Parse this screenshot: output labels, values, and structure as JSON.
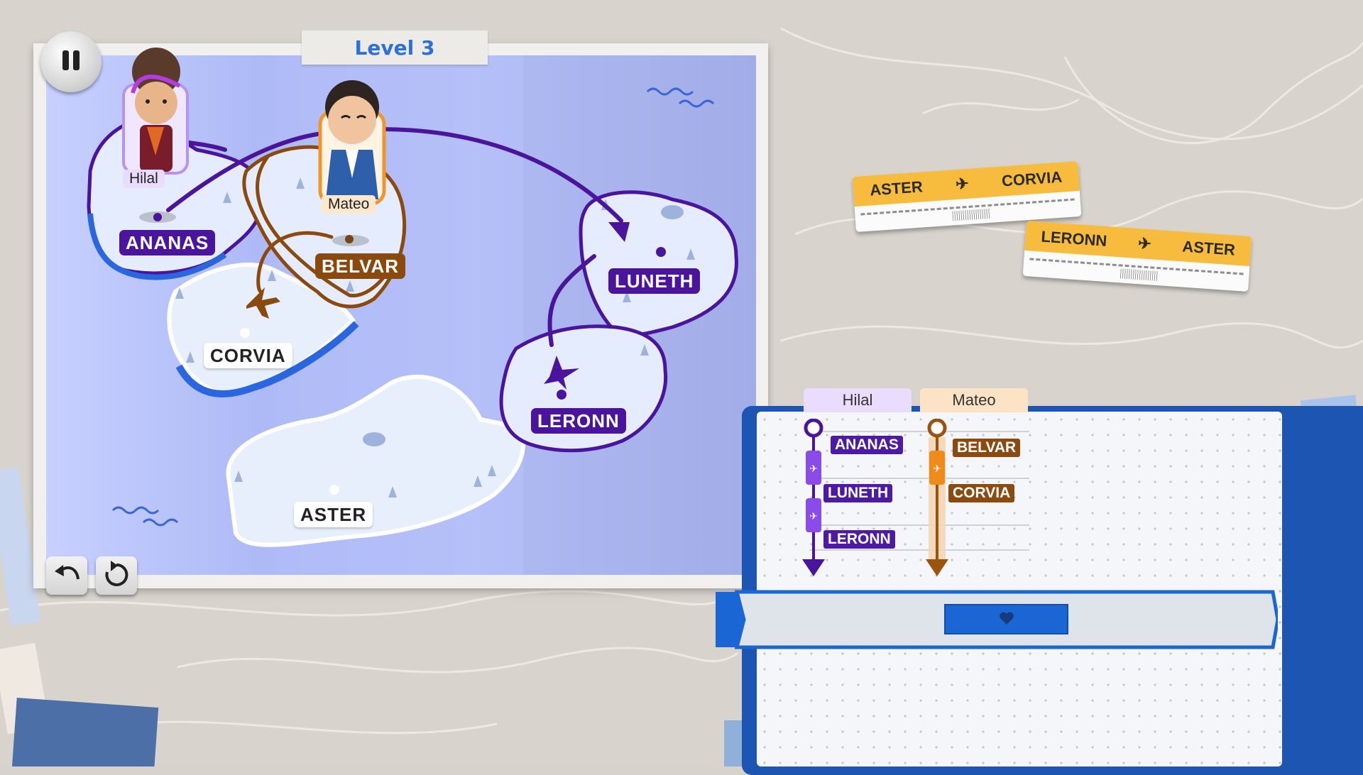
{
  "level": {
    "title": "Level 3"
  },
  "buttons": {
    "pause_icon": "pause-icon",
    "undo_icon": "undo-icon",
    "restart_icon": "restart-icon",
    "confirm_icon": "heart-icon"
  },
  "characters": [
    {
      "name": "Hilal",
      "color": "#7a3fc9"
    },
    {
      "name": "Mateo",
      "color": "#e8862a"
    }
  ],
  "cities": {
    "ananas": "ANANAS",
    "belvar": "BELVAR",
    "corvia": "CORVIA",
    "luneth": "LUNETH",
    "leronn": "LERONN",
    "aster": "ASTER"
  },
  "tickets": [
    {
      "from": "ASTER",
      "to": "CORVIA"
    },
    {
      "from": "LERONN",
      "to": "ASTER"
    }
  ],
  "itinerary": {
    "hilal": {
      "tab": "Hilal",
      "stops": [
        "ANANAS",
        "LUNETH",
        "LERONN"
      ]
    },
    "mateo": {
      "tab": "Mateo",
      "stops": [
        "BELVAR",
        "CORVIA"
      ]
    }
  },
  "colors": {
    "hilal_route": "#4a149c",
    "mateo_route": "#8a4a0e",
    "ticket": "#f7bb3e",
    "notebook": "#1c55b2",
    "level_text": "#2f6fd8"
  }
}
